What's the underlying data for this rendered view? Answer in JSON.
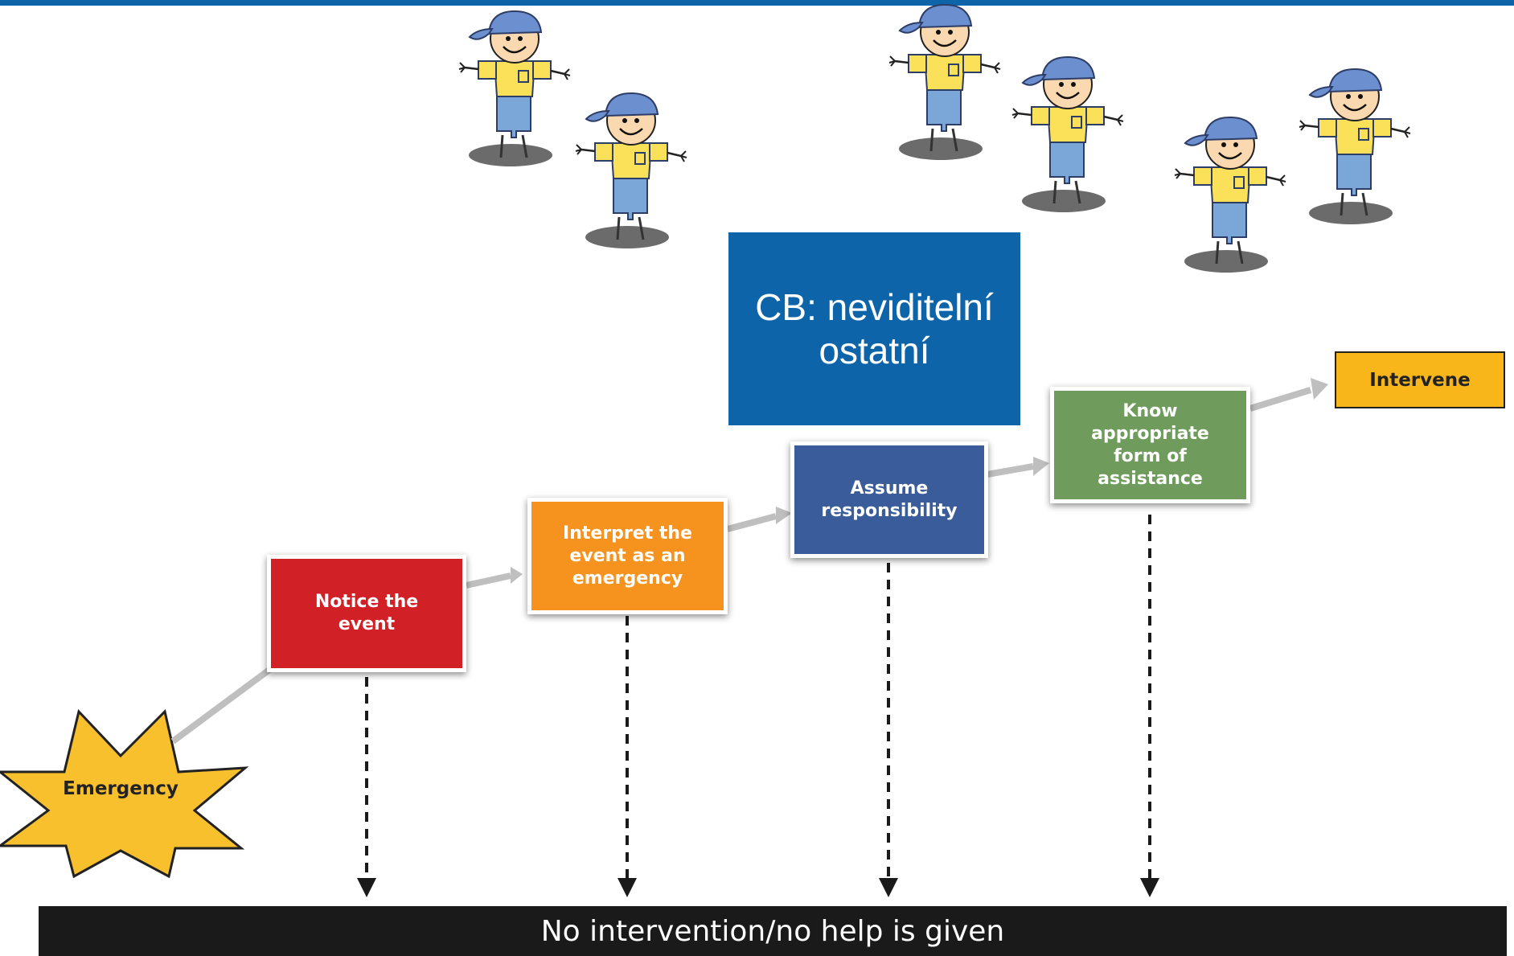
{
  "callout": {
    "text": "CB: neviditelní\nostatní"
  },
  "start": {
    "label": "Emergency"
  },
  "steps": [
    {
      "label": "Notice the\nevent",
      "color": "#d22027"
    },
    {
      "label": "Interpret the\nevent as an\nemergency",
      "color": "#f6921e"
    },
    {
      "label": "Assume\nresponsibility",
      "color": "#3b5c9b"
    },
    {
      "label": "Know\nappropriate\nform of\nassistance",
      "color": "#6f9c5c"
    }
  ],
  "end": {
    "label": "Intervene",
    "color": "#f8b61a"
  },
  "outcome": {
    "label": "No intervention/no help is given"
  },
  "figures": {
    "count": 6,
    "icon": "cartoon-boy-cap-icon"
  }
}
